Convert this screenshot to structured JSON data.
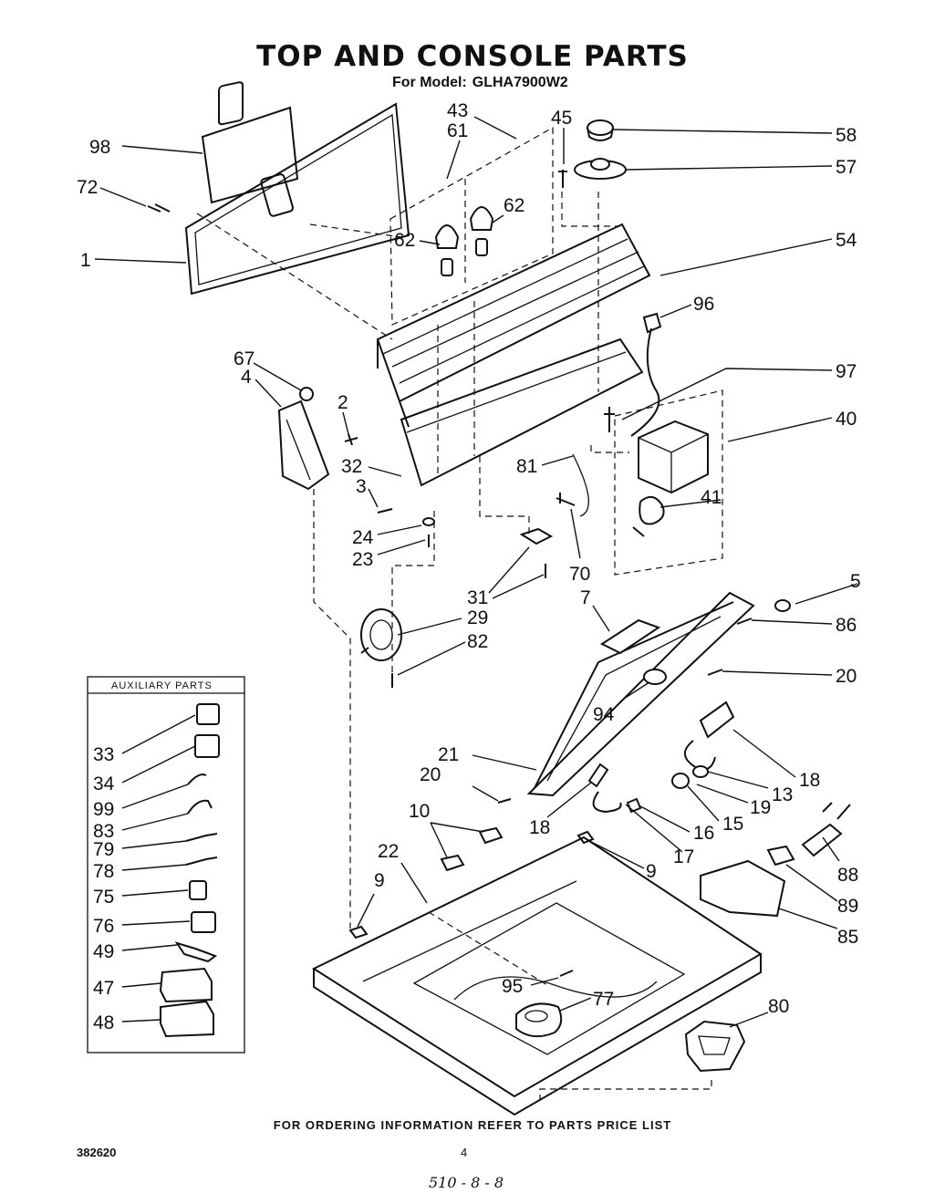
{
  "title": "TOP AND CONSOLE PARTS",
  "model_label": "For Model:",
  "model_number": "GLHA7900W2",
  "auxiliary_heading": "AUXILIARY PARTS",
  "part_labels": {
    "p98": "98",
    "p72": "72",
    "p1": "1",
    "p43": "43",
    "p61": "61",
    "p45": "45",
    "p58": "58",
    "p57": "57",
    "p62a": "62",
    "p62b": "62",
    "p54": "54",
    "p96": "96",
    "p67": "67",
    "p4": "4",
    "p2": "2",
    "p97": "97",
    "p40": "40",
    "p32": "32",
    "p3": "3",
    "p81": "81",
    "p41": "41",
    "p24": "24",
    "p23": "23",
    "p70": "70",
    "p31": "31",
    "p29": "29",
    "p82": "82",
    "p5": "5",
    "p7": "7",
    "p86": "86",
    "p20a": "20",
    "p94": "94",
    "p18a": "18",
    "p21": "21",
    "p13": "13",
    "p20b": "20",
    "p19": "19",
    "p15": "15",
    "p16": "16",
    "p10": "10",
    "p18b": "18",
    "p17": "17",
    "p9a": "9",
    "p22": "22",
    "p88": "88",
    "p9b": "9",
    "p89": "89",
    "p85": "85",
    "p95": "95",
    "p77": "77",
    "p80": "80",
    "aux33": "33",
    "aux34": "34",
    "aux99": "99",
    "aux83": "83",
    "aux79": "79",
    "aux78": "78",
    "aux75": "75",
    "aux76": "76",
    "aux49": "49",
    "aux47": "47",
    "aux48": "48"
  },
  "footer": "FOR ORDERING INFORMATION REFER TO PARTS PRICE LIST",
  "document_number": "382620",
  "page_number": "4",
  "handwritten_note": "510 - 8 - 8"
}
